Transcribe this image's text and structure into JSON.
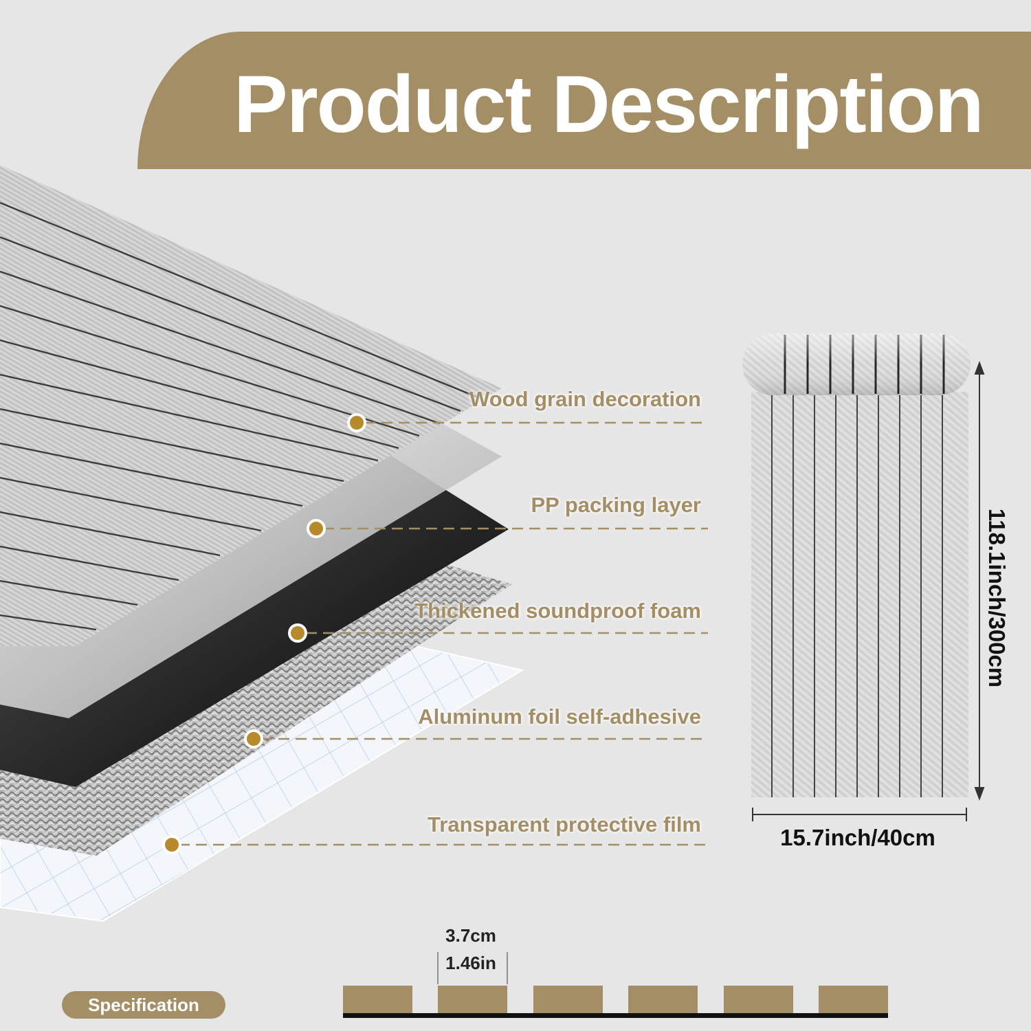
{
  "header": {
    "title": "Product Description"
  },
  "layers": [
    {
      "label": "Wood grain decoration"
    },
    {
      "label": "PP packing layer"
    },
    {
      "label": "Thickened soundproof foam"
    },
    {
      "label": "Aluminum foil self-adhesive"
    },
    {
      "label": "Transparent protective film"
    }
  ],
  "roll": {
    "height_label": "118.1inch/300cm",
    "width_label": "15.7inch/40cm"
  },
  "spec": {
    "badge": "Specification",
    "strip_width_cm": "3.7cm",
    "strip_width_in": "1.46in"
  },
  "colors": {
    "accent": "#a48e65",
    "background": "#e6e6e6",
    "foam": "#2a2a2a",
    "wood": "#c9c9c9"
  }
}
